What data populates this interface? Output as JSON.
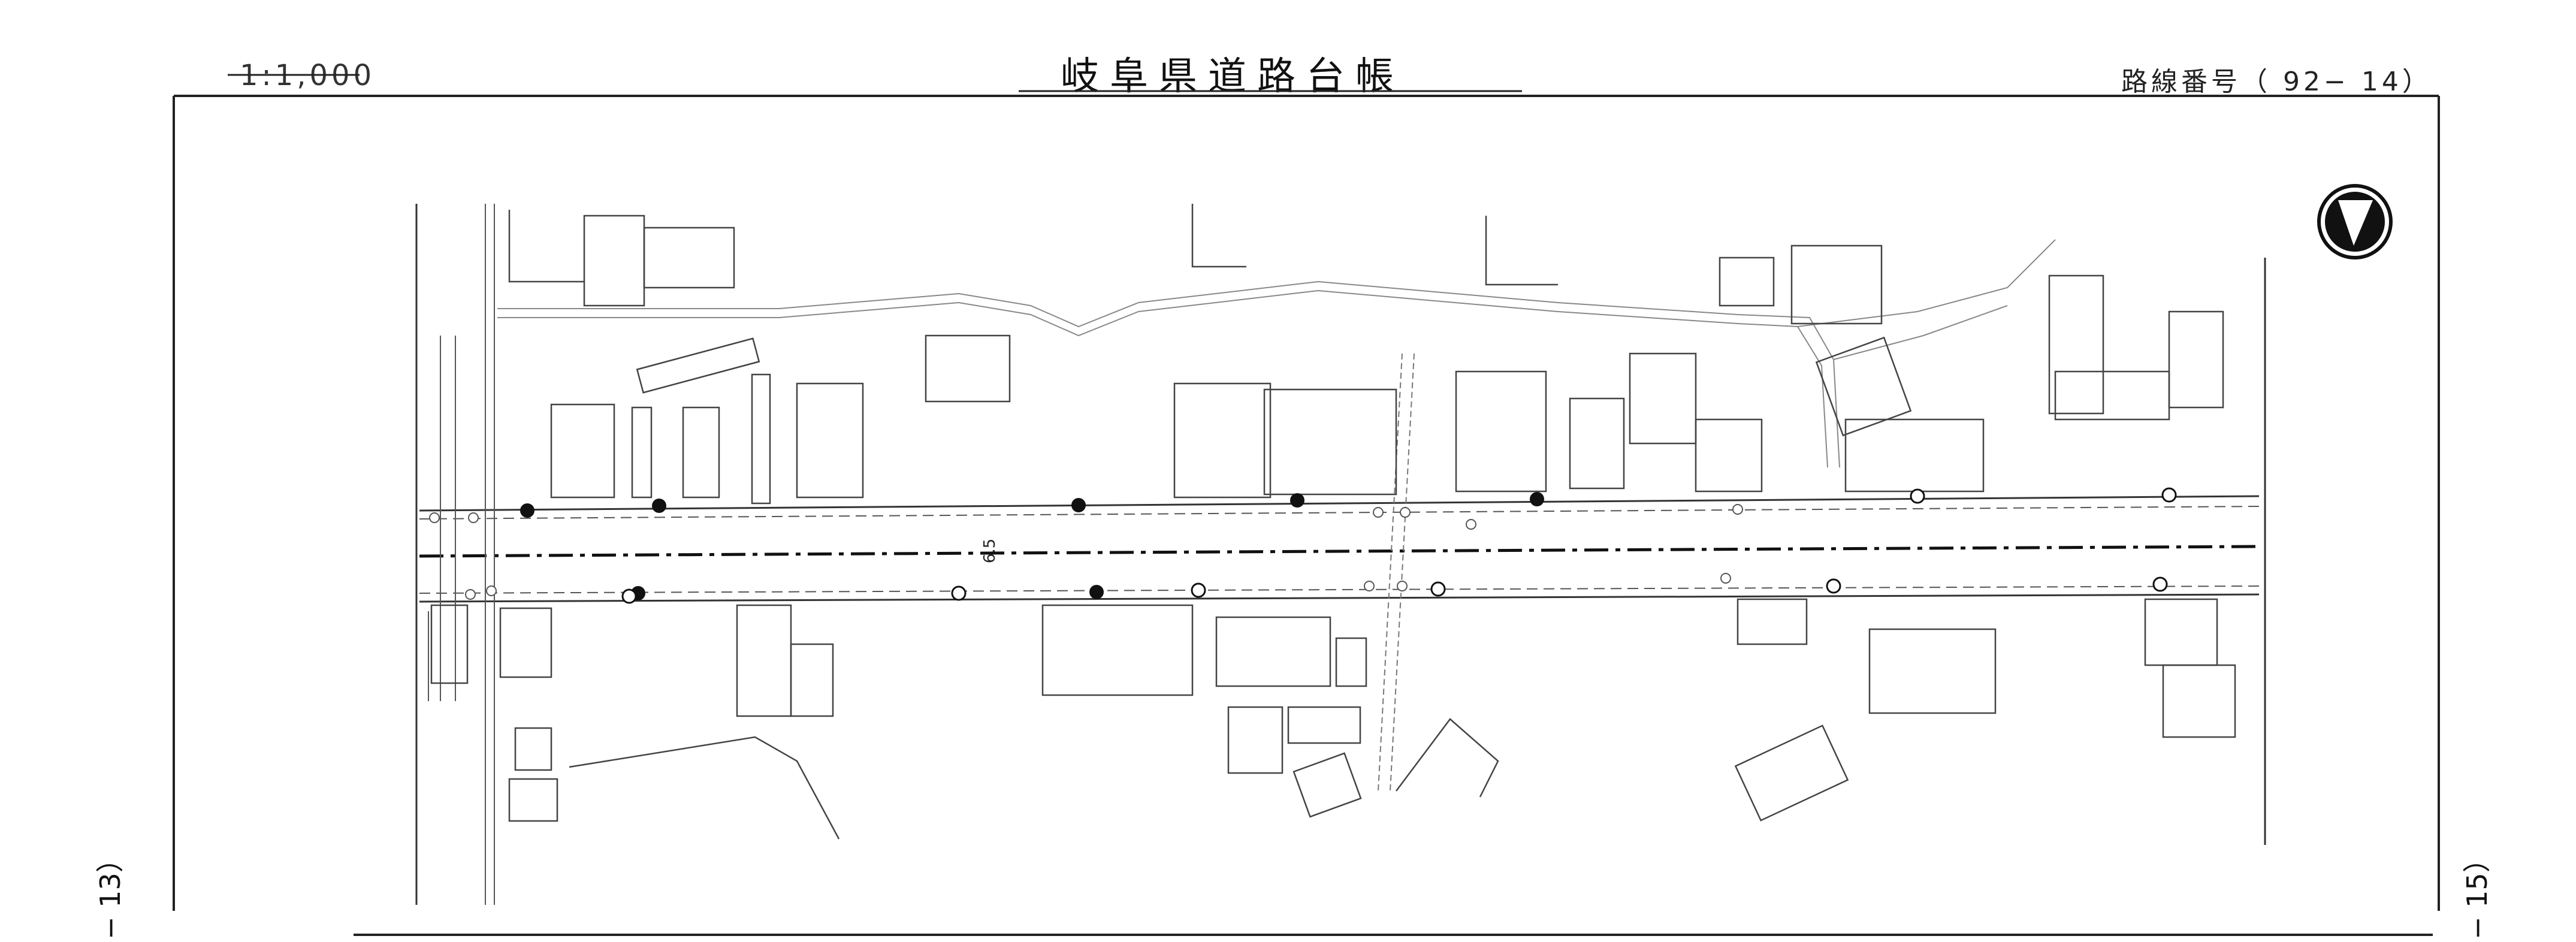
{
  "header": {
    "scale": "1:1,000",
    "title": "岐阜県道路台帳",
    "route_number": "路線番号（  92−  14）"
  },
  "sheet_refs": {
    "left": "−  13）",
    "right": "−  15）"
  },
  "map_labels": {
    "road_width": "6.5"
  },
  "icons": {
    "north_arrow": "north-arrow-icon",
    "filled_marker": "filled-circle-marker",
    "open_marker": "open-circle-marker",
    "small_symbol": "circled-letter-symbol"
  },
  "colors": {
    "lines": "#333333",
    "faint_lines": "#888888",
    "background": "#ffffff"
  }
}
